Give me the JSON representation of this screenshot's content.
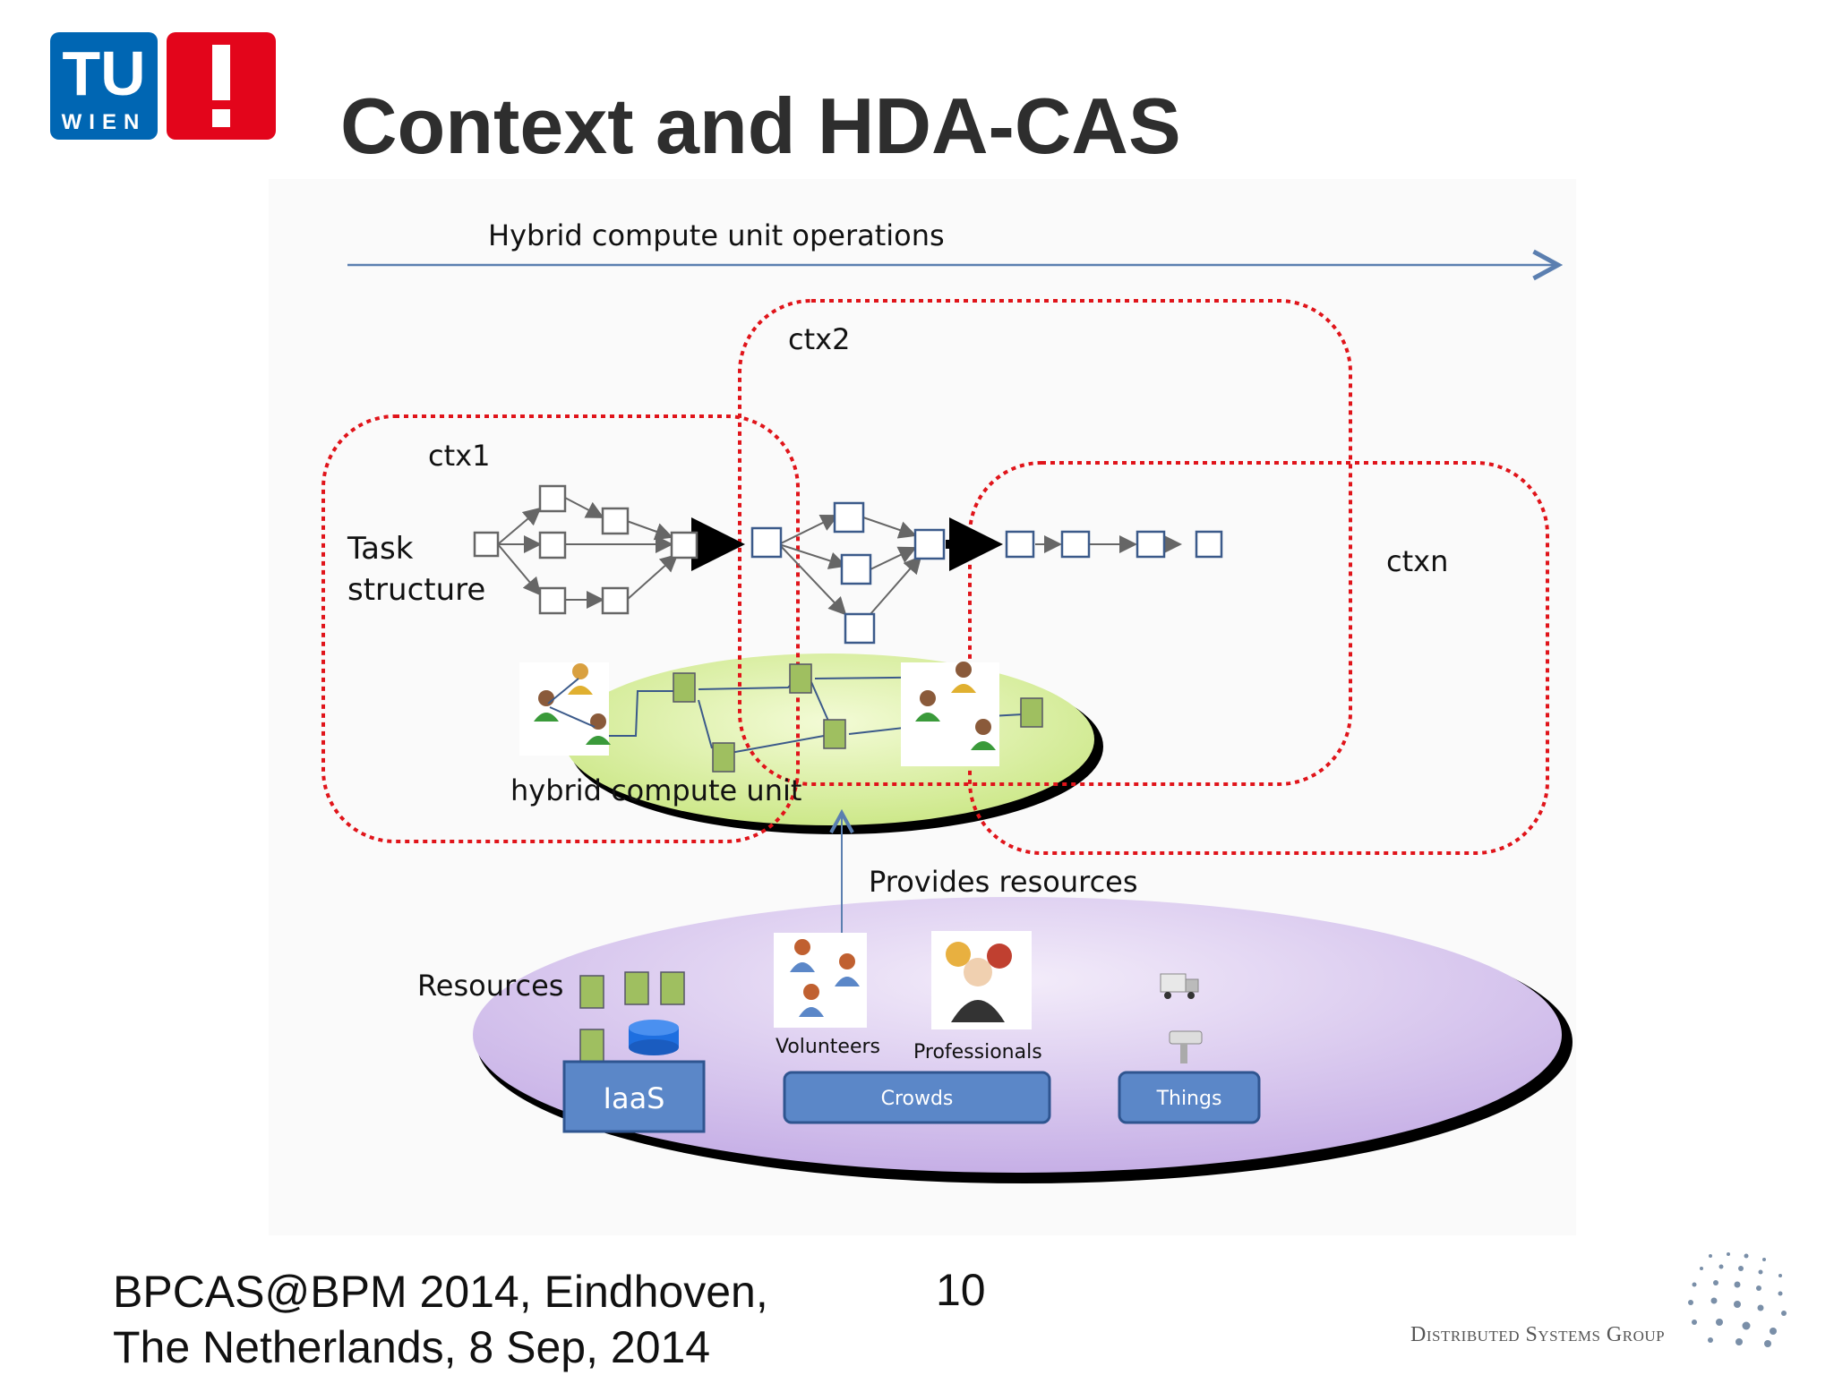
{
  "header": {
    "logo_text": "TU WIEN",
    "logo_letters": "TU",
    "logo_sub": "WIEN",
    "title": "Context and HDA-CAS"
  },
  "diagram": {
    "timeline_label": "Hybrid compute unit operations",
    "contexts": [
      "ctx1",
      "ctx2",
      "ctxn"
    ],
    "task_structure_line1": "Task",
    "task_structure_line2": "structure",
    "hybrid_unit_label": "hybrid compute unit",
    "provides_label": "Provides resources",
    "resources_label": "Resources",
    "volunteers_label": "Volunteers",
    "professionals_label": "Professionals",
    "boxes": [
      "IaaS",
      "Crowds",
      "Things"
    ],
    "colors": {
      "context_border": "#e0141a",
      "unit_fill": "#dff2a8",
      "pool_fill": "#d9c8ef",
      "box_fill": "#5b87c8",
      "arrow": "#5b7fb0"
    }
  },
  "footer": {
    "line1": "BPCAS@BPM 2014, Eindhoven,",
    "line2": "The Netherlands,  8 Sep, 2014",
    "page": "10",
    "group": "Distributed Systems Group"
  }
}
